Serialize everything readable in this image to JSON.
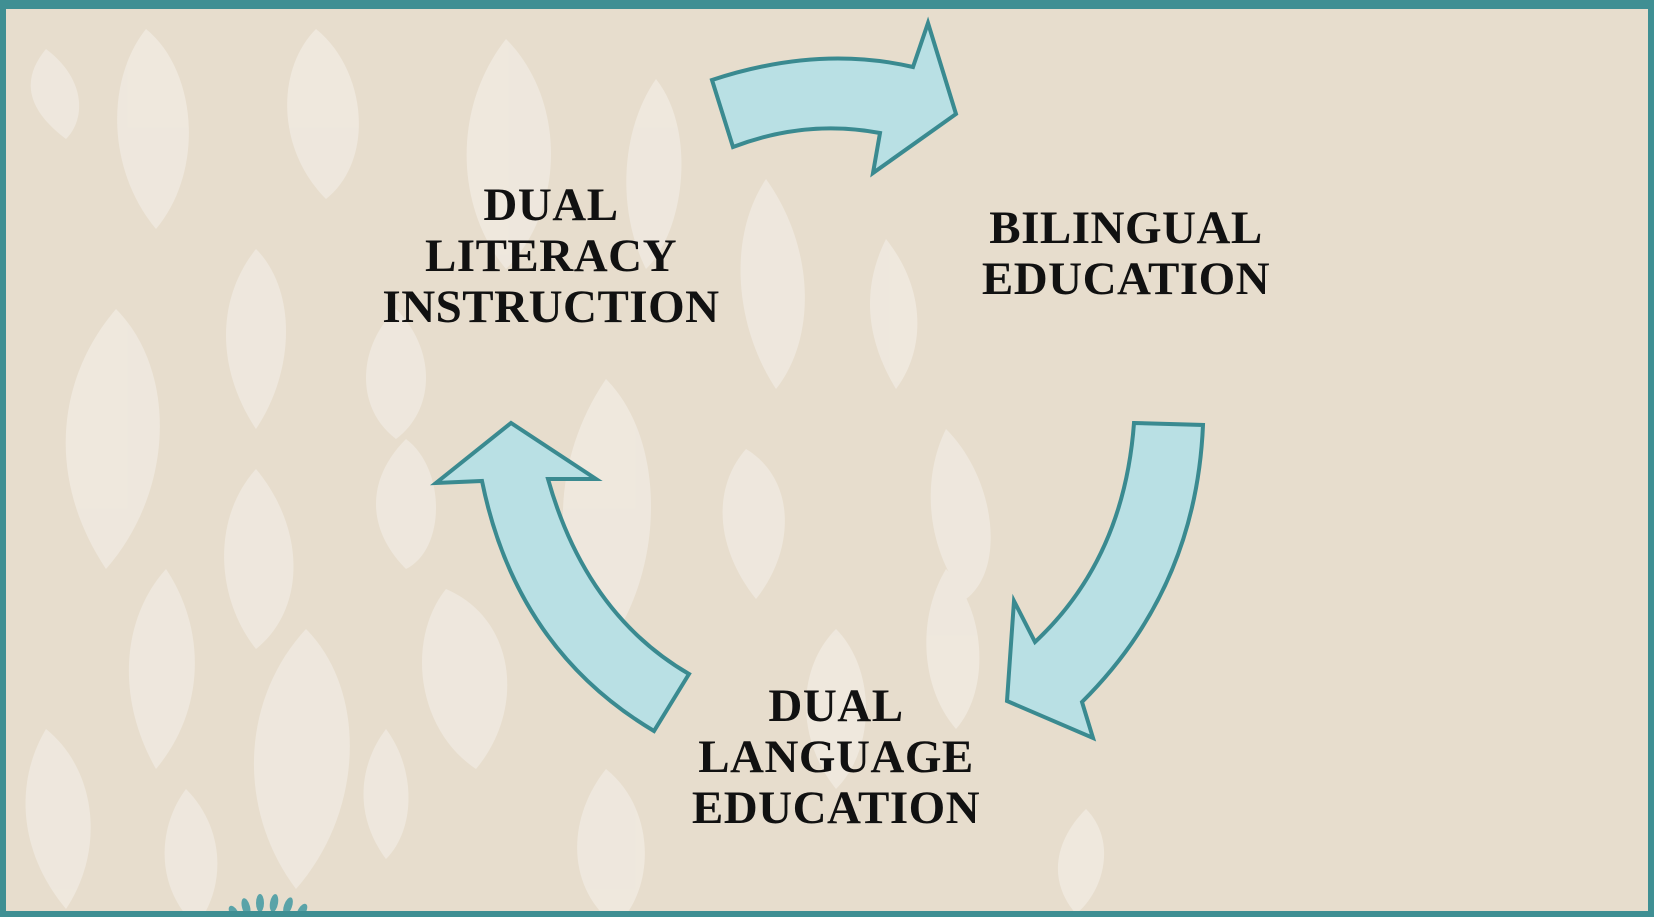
{
  "diagram": {
    "type": "cycle",
    "direction": "clockwise",
    "nodes": [
      {
        "id": "dual-literacy",
        "lines": [
          "DUAL",
          "LITERACY",
          "INSTRUCTION"
        ]
      },
      {
        "id": "bilingual",
        "lines": [
          "BILINGUAL",
          "EDUCATION"
        ]
      },
      {
        "id": "dual-language",
        "lines": [
          "DUAL",
          "LANGUAGE",
          "EDUCATION"
        ]
      }
    ],
    "edges": [
      {
        "from": "dual-literacy",
        "to": "bilingual"
      },
      {
        "from": "bilingual",
        "to": "dual-language"
      },
      {
        "from": "dual-language",
        "to": "dual-literacy"
      }
    ]
  },
  "colors": {
    "background": "#e7ddcd",
    "leaf": "#efe9df",
    "border": "#3f8f93",
    "arrow_fill": "#b9e0e4",
    "arrow_stroke": "#3a8a90",
    "text": "#111111"
  }
}
